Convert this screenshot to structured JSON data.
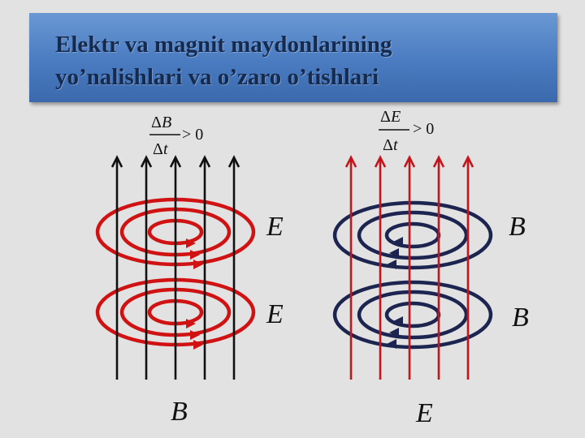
{
  "slide": {
    "title_line1": "Elektr va magnit maydonlarining",
    "title_line2": "yo’nalishlari va o’zaro o’tishlari"
  },
  "left_panel": {
    "rate_numerator_delta": "Δ",
    "rate_numerator_symbol": "B",
    "rate_denominator_delta": "Δ",
    "rate_denominator_symbol": "t",
    "rate_condition": "> 0",
    "field_line_label": "B",
    "loop_label_upper": "E",
    "loop_label_lower": "E",
    "field_line_color": "#111111",
    "loop_color": "#d01212"
  },
  "right_panel": {
    "rate_numerator_delta": "Δ",
    "rate_numerator_symbol": "E",
    "rate_denominator_delta": "Δ",
    "rate_denominator_symbol": "t",
    "rate_condition": "> 0",
    "field_line_label": "E",
    "loop_label_upper": "B",
    "loop_label_lower": "B",
    "field_line_color": "#c4141c",
    "loop_color": "#1c2450"
  },
  "colors": {
    "background": "#e2e2e2",
    "title_bar": "#4a7bc0",
    "title_text": "#152a4d"
  }
}
